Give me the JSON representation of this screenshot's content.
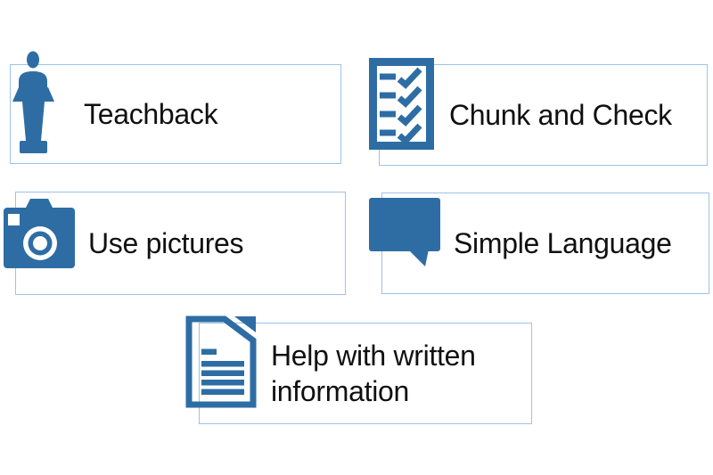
{
  "colors": {
    "icon_blue": "#2E6DA4",
    "card_border": "#9DC3E6",
    "text": "#101010",
    "card_bg": "#FFFFFF"
  },
  "cards": [
    {
      "label": "Teachback",
      "icon": "lectern-speaker-icon"
    },
    {
      "label": "Chunk and Check",
      "icon": "checklist-icon"
    },
    {
      "label": "Use pictures",
      "icon": "camera-icon"
    },
    {
      "label": "Simple Language",
      "icon": "speech-bubble-icon"
    },
    {
      "label": "Help with written information",
      "icon": "document-icon"
    }
  ]
}
